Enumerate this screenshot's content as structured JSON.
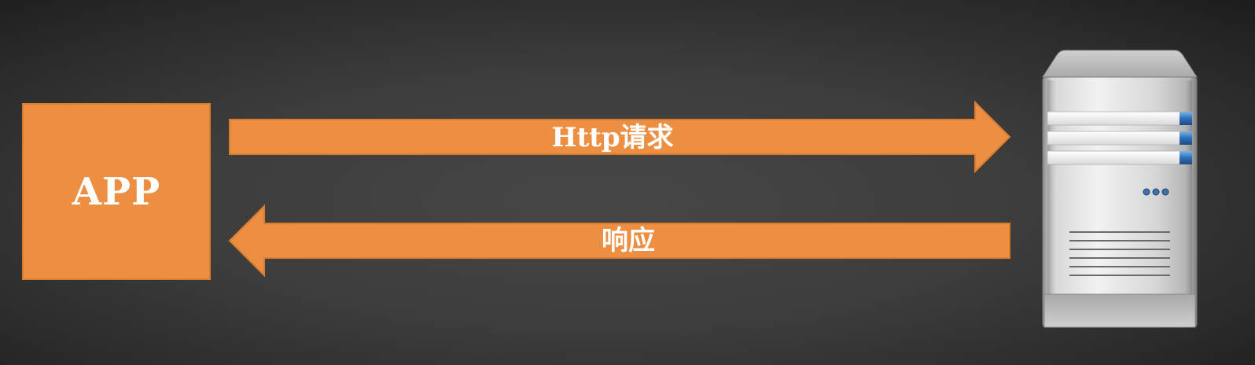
{
  "app": {
    "label": "APP"
  },
  "request_arrow": {
    "label": "Http请求",
    "direction": "right"
  },
  "response_arrow": {
    "label": "响应",
    "direction": "left"
  },
  "server": {
    "icon": "server-icon"
  },
  "colors": {
    "arrow_fill": "#ec8f42",
    "arrow_stroke": "#d97c2e",
    "label_text": "#ffffff",
    "background": "#3d3d3d"
  }
}
